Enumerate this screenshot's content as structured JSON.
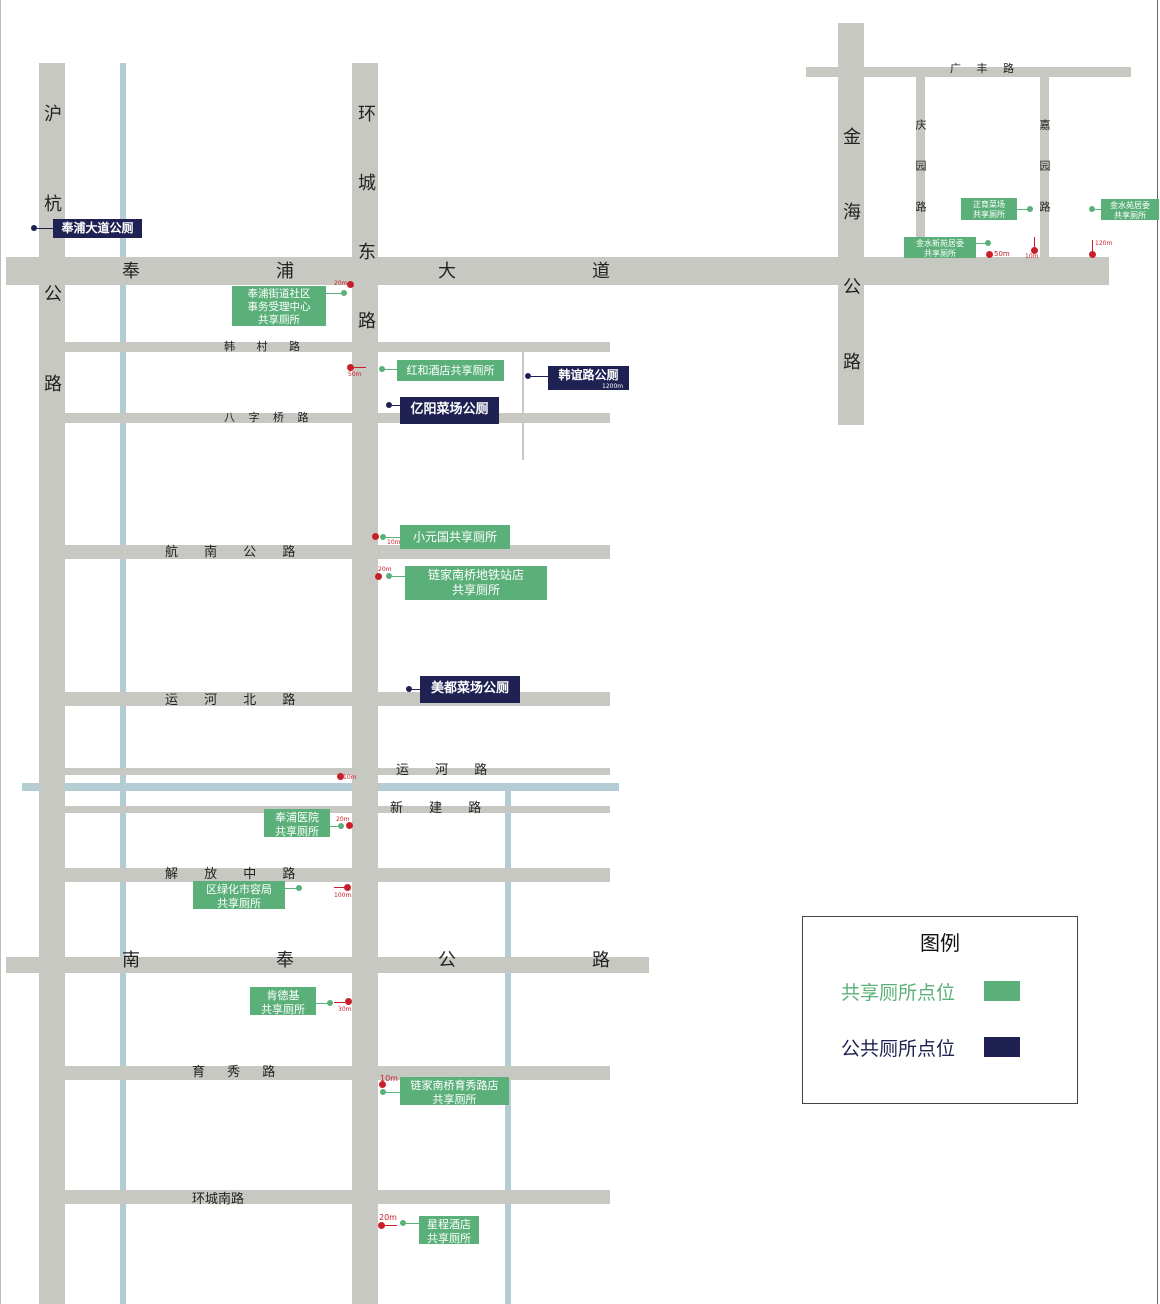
{
  "roads": {
    "huhang": "沪杭公路",
    "huancheng_east": "环城东路",
    "jinhai": "金海公路",
    "fengpu": [
      "奉",
      "浦",
      "大",
      "道"
    ],
    "guangfeng": "广 丰 路",
    "qingyuan": "庆园路",
    "jiayuan": "嘉园路",
    "hancun": "韩 村 路",
    "bazi": "八 字 桥 路",
    "hangnan": "航 南 公 路",
    "yunhe_north": "运 河 北 路",
    "yunhe": "运 河 路",
    "xinjian": "新 建 路",
    "jiefang": "解 放 中 路",
    "nanfeng": [
      "南",
      "奉",
      "公",
      "路"
    ],
    "yuxiu": "育 秀 路",
    "huancheng_south": "环城南路"
  },
  "pois": {
    "fengpu_avenue": "奉浦大道公厕",
    "fengpu_street": "奉浦街道社区\n事务受理中心\n共享厕所",
    "honghe": "红和酒店共享厕所",
    "hanyi": "韩谊路公厕",
    "yiyang": "亿阳菜场公厕",
    "xiaoyuan": "小元国共享厕所",
    "lianjia_nanqiao": "链家南桥地铁站店\n共享厕所",
    "meidu": "美都菜场公厕",
    "fengpu_hospital": "奉浦医院\n共享厕所",
    "greening": "区绿化市容局\n共享厕所",
    "kfc": "肯德基\n共享厕所",
    "lianjia_yuxiu": "链家南桥育秀路店\n共享厕所",
    "xingcheng": "星程酒店\n共享厕所",
    "zhengyu": "正育菜场\n共享厕所",
    "jinshui_xinyuan": "金水新苑居委\n共享厕所",
    "jinshui_yuan": "金水苑居委\n共享厕所"
  },
  "distances": {
    "d_fengpu_street": "20m",
    "d_honghe": "50m",
    "d_hanyi": "1200m",
    "d_xiaoyuan": "10m",
    "d_lianjia_nanqiao": "20m",
    "d_yunhe": "10m",
    "d_hospital": "20m",
    "d_greening": "100m",
    "d_kfc": "30m",
    "d_lianjia_yuxiu": "10m",
    "d_xingcheng": "20m",
    "d_jinshui_xinyuan": "50m",
    "d_zhengyu": "10m",
    "d_jinshui_yuan": "120m"
  },
  "legend": {
    "title": "图例",
    "shared": "共享厕所点位",
    "public": "公共厕所点位"
  },
  "colors": {
    "shared": "#5bb07a",
    "public": "#1f2152",
    "distance": "#c8202a",
    "road": "#c8c8c2",
    "water": "#b4ccd4"
  }
}
